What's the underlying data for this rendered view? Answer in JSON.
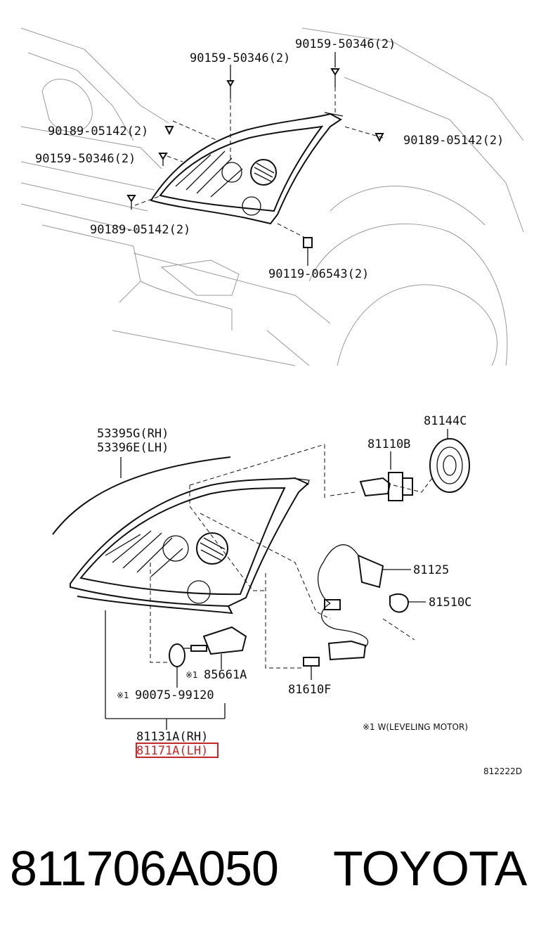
{
  "upper_labels": {
    "bolt_top_right": "90159-50346(2)",
    "bolt_top_center": "90159-50346(2)",
    "screw_left_upper": "90189-05142(2)",
    "bolt_left": "90159-50346(2)",
    "screw_right": "90189-05142(2)",
    "screw_left_lower": "90189-05142(2)",
    "clip_bottom": "90119-06543(2)"
  },
  "lower_labels": {
    "garnish_rh": "53395G(RH)",
    "garnish_lh": "53396E(LH)",
    "socket_cover": "81144C",
    "bulb_main": "81110B",
    "socket_wire": "81125",
    "bulb_side": "81510C",
    "leveling_motor": "85661A",
    "leveling_motor_mark": "※1",
    "oring": "90075-99120",
    "oring_mark": "※1",
    "bulb_small": "81610F",
    "assy_rh": "81131A(RH)",
    "assy_lh": "81171A(LH)",
    "note": "※1 W(LEVELING MOTOR)",
    "diagram_code": "812222D"
  },
  "footer": {
    "part_number": "811706A050",
    "brand": "TOYOTA"
  },
  "colors": {
    "highlight": "#e02020",
    "ink": "#111111",
    "faint": "#999999"
  }
}
